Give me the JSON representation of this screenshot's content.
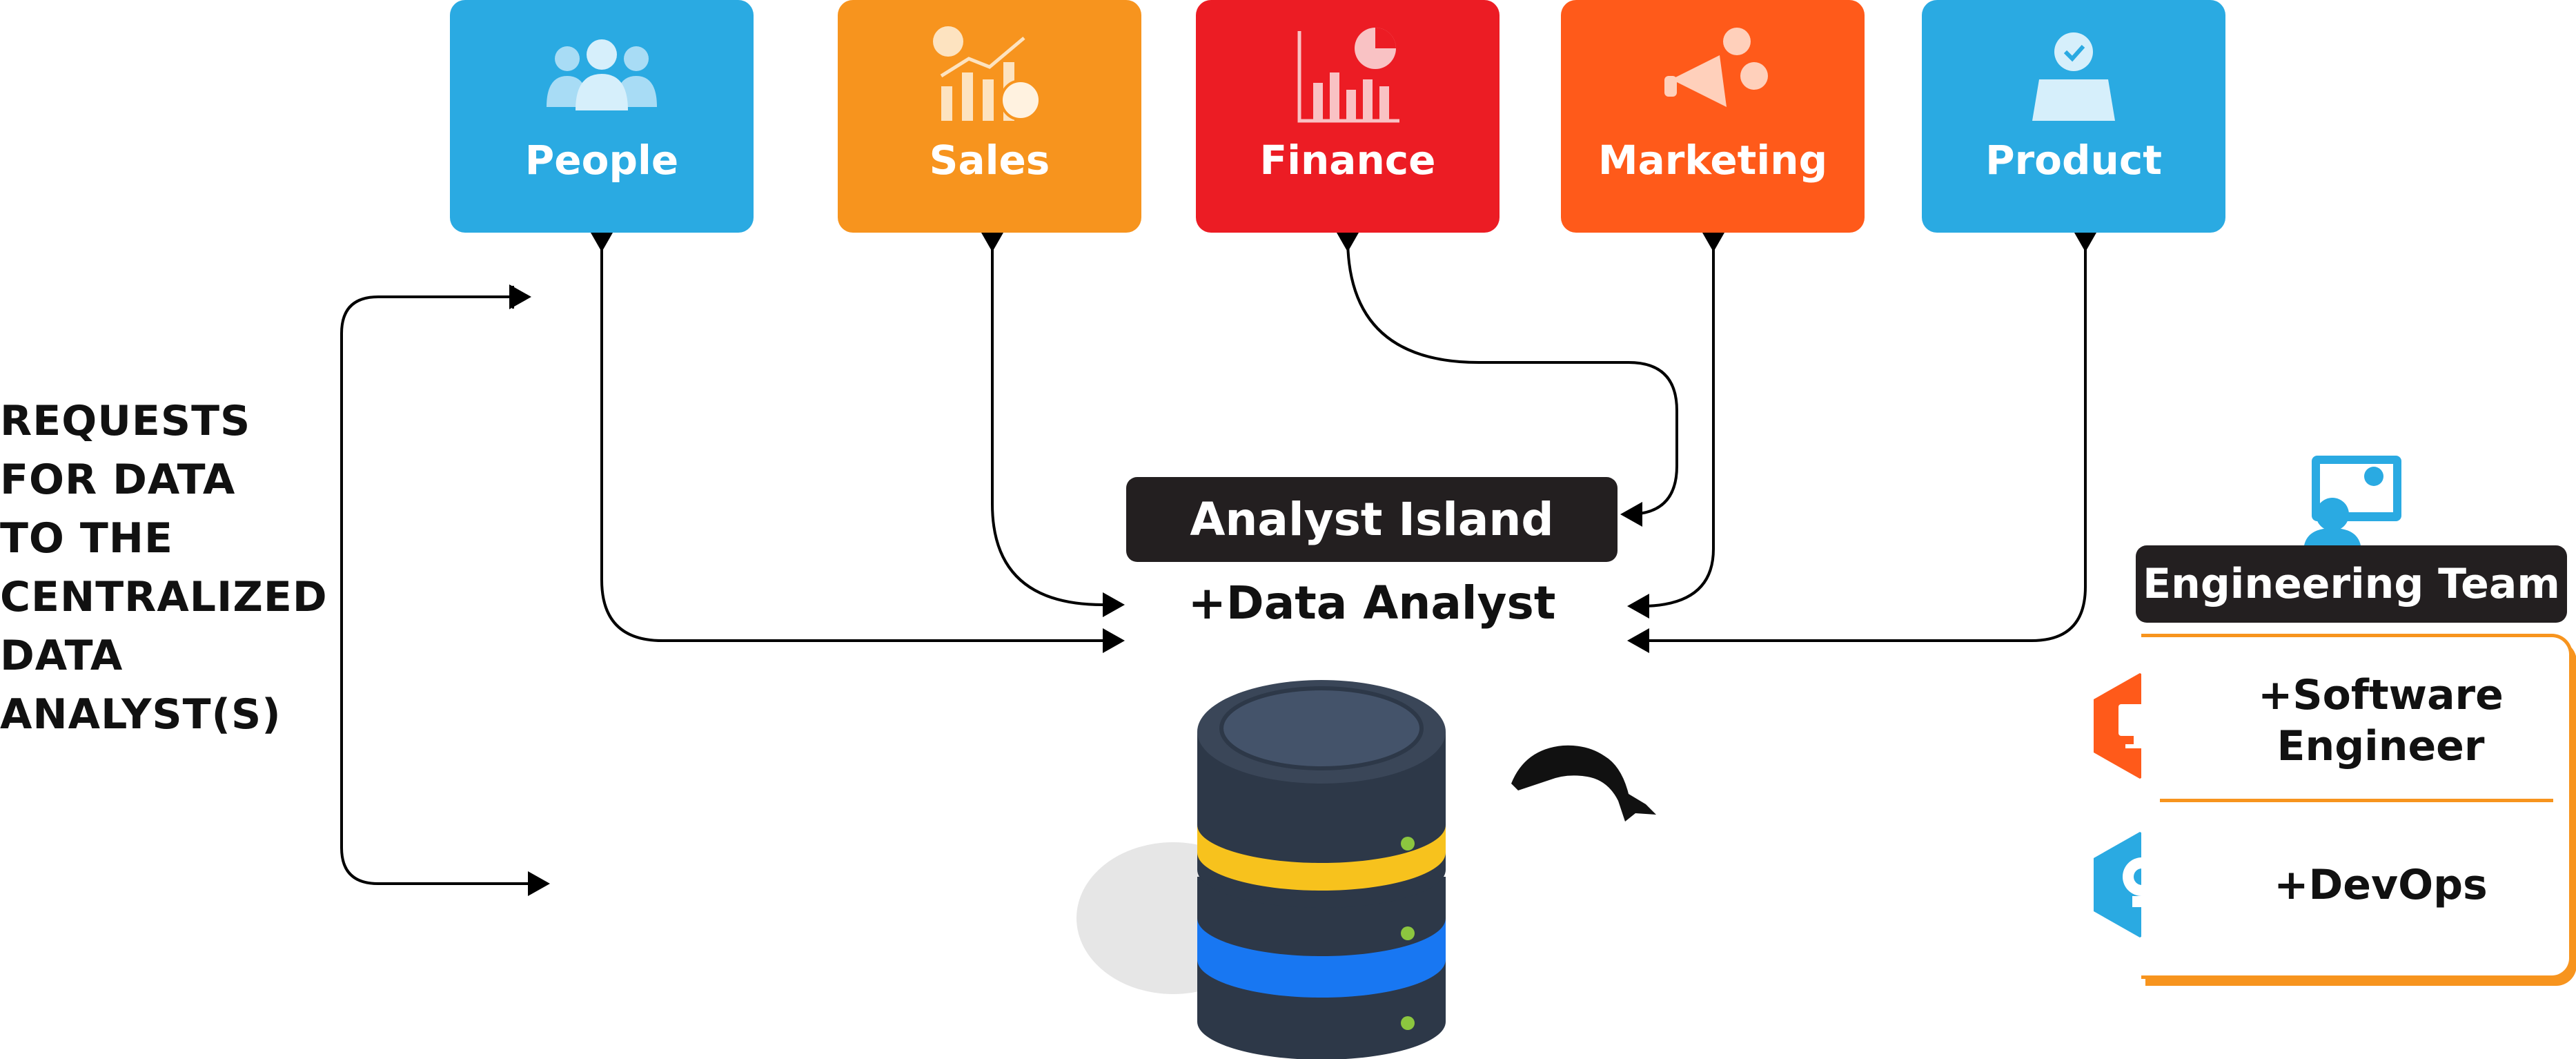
{
  "departments": [
    {
      "id": "people",
      "label": "People",
      "icon": "people-icon"
    },
    {
      "id": "sales",
      "label": "Sales",
      "icon": "sales-chart-icon"
    },
    {
      "id": "finance",
      "label": "Finance",
      "icon": "finance-chart-icon"
    },
    {
      "id": "marketing",
      "label": "Marketing",
      "icon": "megaphone-icon"
    },
    {
      "id": "product",
      "label": "Product",
      "icon": "product-box-icon"
    }
  ],
  "requests_label": [
    "REQUESTS",
    "FOR DATA",
    "TO THE",
    "CENTRALIZED",
    "DATA",
    "ANALYST(S)"
  ],
  "analyst_island": {
    "title": "Analyst Island",
    "role": "+Data Analyst"
  },
  "engineering": {
    "title": "Engineering Team",
    "roles": [
      "+Software Engineer",
      "+DevOps"
    ]
  },
  "colors": {
    "blue": "#2aaae2",
    "orange": "#f7941e",
    "red": "#ec1c24",
    "orange_red": "#ff5a1a",
    "dark": "#231f20"
  }
}
